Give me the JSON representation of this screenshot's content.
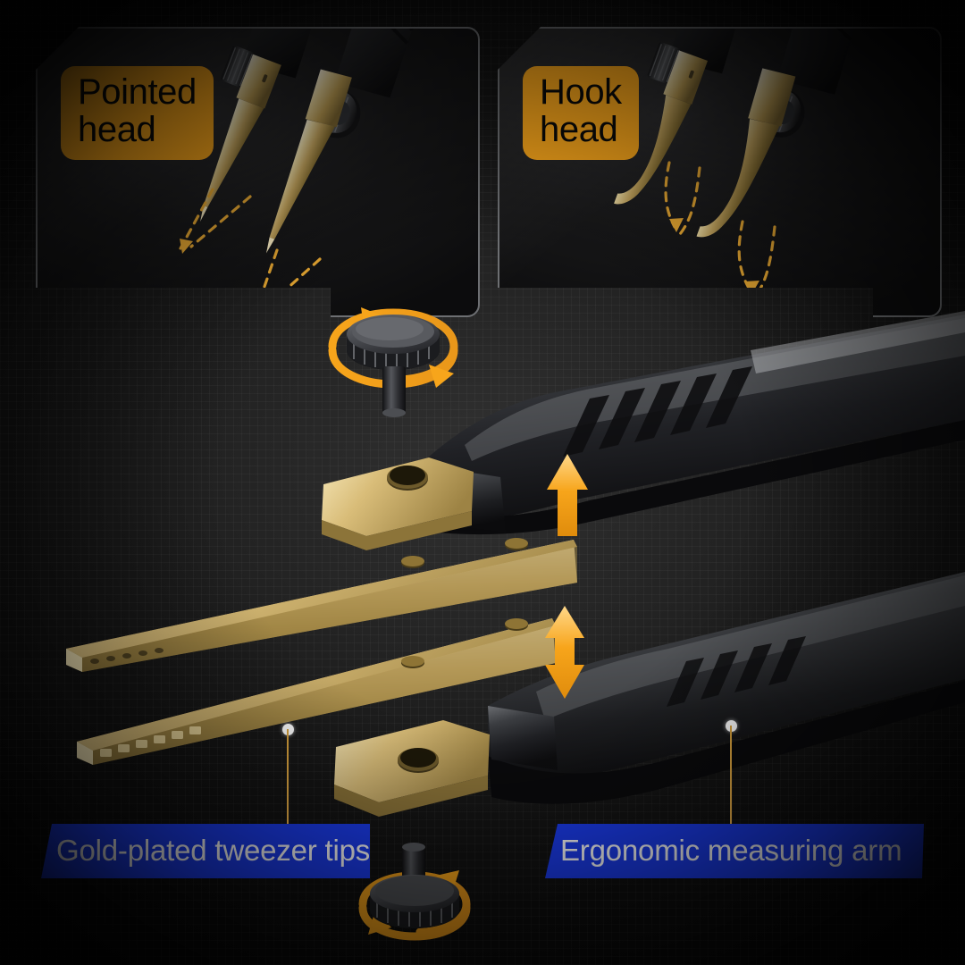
{
  "theme": {
    "background_color": "#1a1a1a",
    "accent_orange": "#f7a51b",
    "accent_blue": "#1b3cee",
    "gold": "#c6a65c",
    "card_border": "#6d6f72",
    "text_on_orange": "#0a0a0a",
    "text_on_blue": "#ffffff"
  },
  "feature_cards": [
    {
      "id": "pointed-head",
      "badge_line1": "Pointed",
      "badge_line2": "head",
      "tip_style": "straight-pointed-tip",
      "guide_marker": "dashed-angled-arrow"
    },
    {
      "id": "hook-head",
      "badge_line1": "Hook",
      "badge_line2": "head",
      "tip_style": "curved-hook-tip",
      "guide_marker": "dashed-curved-arrow"
    }
  ],
  "knobs": [
    {
      "id": "top-thumbscrew",
      "icon": "rotation-arrows-icon",
      "orientation": "stem-down"
    },
    {
      "id": "bottom-thumbscrew",
      "icon": "rotation-arrows-icon",
      "orientation": "stem-up"
    }
  ],
  "assembly_arrows": [
    {
      "id": "upper-insert-arrow",
      "icon": "arrow-up-icon",
      "direction": "up"
    },
    {
      "id": "lower-adjust-arrow",
      "icon": "arrow-up-down-icon",
      "direction": "up-down"
    }
  ],
  "callouts": [
    {
      "id": "tweezer-tips",
      "label": "Gold-plated tweezer tips"
    },
    {
      "id": "measuring-arm",
      "label": "Ergonomic measuring arm"
    }
  ]
}
